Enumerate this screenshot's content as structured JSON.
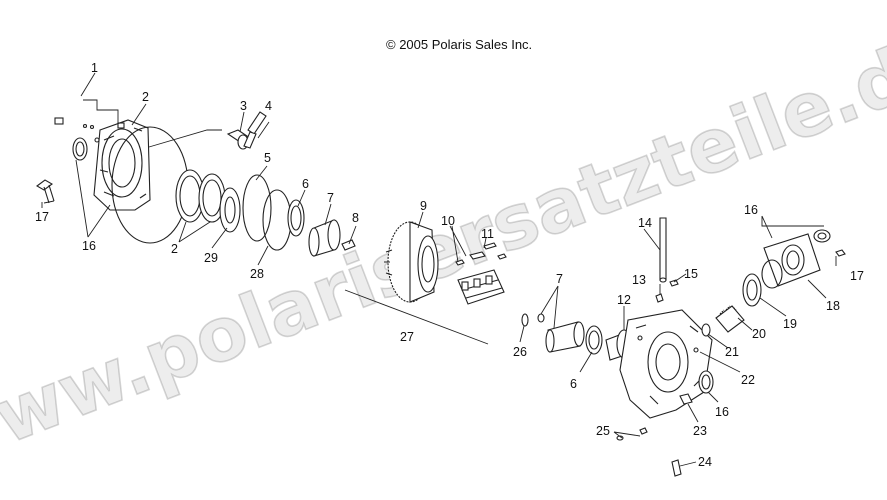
{
  "diagram": {
    "copyright": "© 2005 Polaris Sales Inc.",
    "watermark": "www.polarisersatzteile.de",
    "callouts": [
      "1",
      "2",
      "3",
      "4",
      "5",
      "6",
      "7",
      "8",
      "9",
      "10",
      "11",
      "16",
      "17",
      "2",
      "29",
      "28",
      "27",
      "14",
      "16",
      "17",
      "15",
      "13",
      "12",
      "7",
      "26",
      "18",
      "19",
      "20",
      "21",
      "6",
      "22",
      "16",
      "23",
      "25",
      "24"
    ]
  }
}
